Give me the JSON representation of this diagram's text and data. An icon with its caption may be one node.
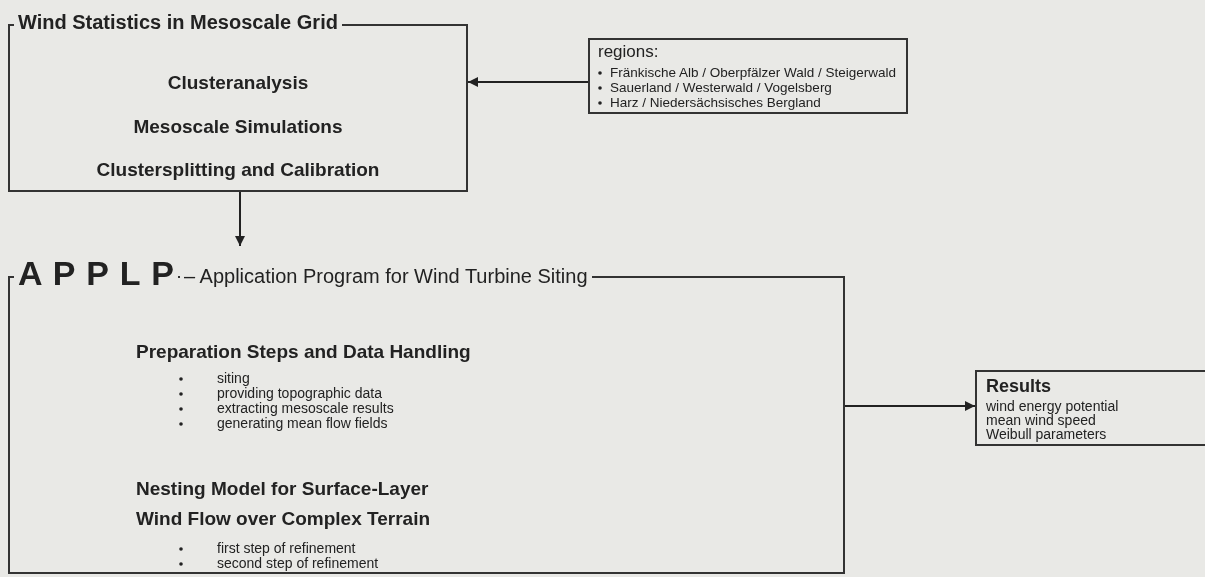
{
  "diagram": {
    "nodes": [
      {
        "text": [
          "Wind Statistics in Mesoscale Grid",
          "Clusteranalysis",
          "Mesoscale Simulations",
          "Clustersplitting and Calibration"
        ]
      },
      {
        "text": [
          "regions:",
          "Fränkische Alb / Oberpfälzer Wald / Steigerwald",
          "Sauerland / Westerwald / Vogelsberg",
          "Harz / Niedersächsisches Bergland"
        ]
      },
      {
        "text": [
          "A P P L P",
          "– Application Program for Wind Turbine Siting",
          "Preparation Steps and Data Handling",
          "siting",
          "providing topographic data",
          "extracting mesoscale results",
          "generating mean flow fields",
          "Nesting Model for Surface-Layer Wind Flow over Complex Terrain",
          "first step of refinement",
          "second step of refinement"
        ]
      },
      {
        "text": [
          "Results",
          "wind energy potential",
          "mean wind speed",
          "Weibull parameters"
        ]
      }
    ],
    "edges": [
      {
        "from": 1,
        "to": 0,
        "arrow": "to"
      },
      {
        "from": 0,
        "to": 2,
        "arrow": "to"
      },
      {
        "from": 2,
        "to": 3,
        "arrow": "to"
      }
    ]
  }
}
